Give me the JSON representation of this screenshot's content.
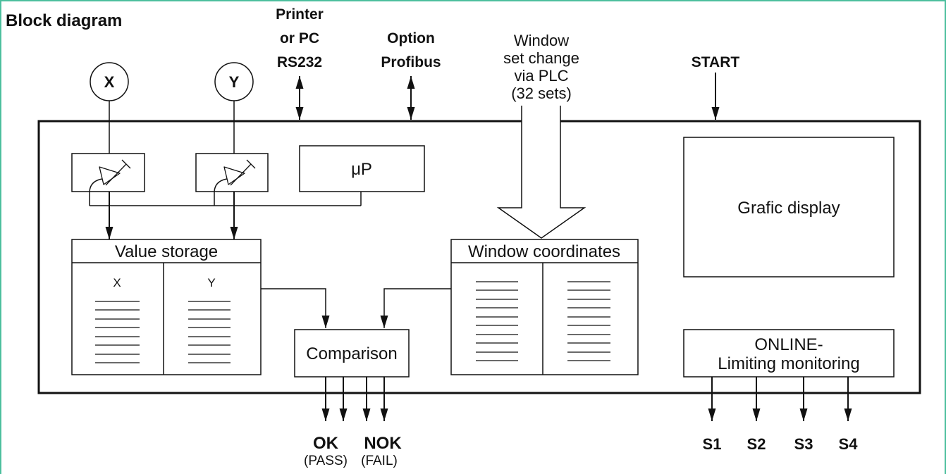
{
  "title": "Block diagram",
  "inputs": {
    "printer": [
      "Printer",
      "or PC",
      "RS232"
    ],
    "option": [
      "Option",
      "Profibus"
    ],
    "window_set_change": [
      "Window",
      "set change",
      "via PLC",
      "(32 sets)"
    ],
    "start": "START"
  },
  "sensors": {
    "x": "X",
    "y": "Y"
  },
  "processor": {
    "label": "μP"
  },
  "value_storage": {
    "title": "Value storage",
    "columns": [
      "X",
      "Y"
    ]
  },
  "window_coordinates": {
    "title": "Window coordinates"
  },
  "comparison": {
    "label": "Comparison"
  },
  "display": {
    "label": "Grafic display"
  },
  "online_monitoring": {
    "lines": [
      "ONLINE-",
      "Limiting monitoring"
    ]
  },
  "results": [
    {
      "label": "OK",
      "sub": "(PASS)"
    },
    {
      "label": "NOK",
      "sub": "(FAIL)"
    }
  ],
  "switch_outputs": [
    "S1",
    "S2",
    "S3",
    "S4"
  ],
  "colors": {
    "frame": "#4dbf9e",
    "ink": "#111111"
  }
}
